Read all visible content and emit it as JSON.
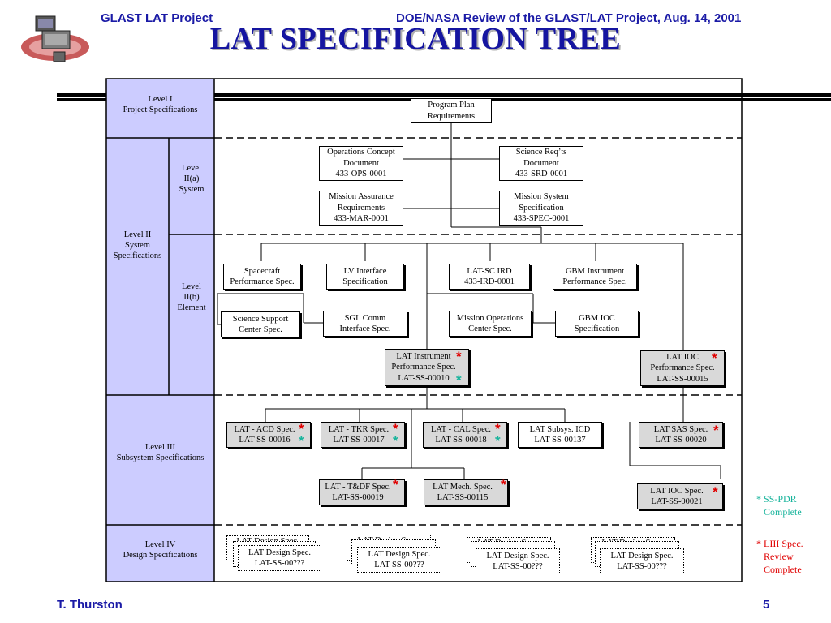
{
  "header": {
    "left": "GLAST LAT Project",
    "right": "DOE/NASA Review of the GLAST/LAT Project, Aug. 14, 2001",
    "title": "LAT SPECIFICATION TREE"
  },
  "levels": {
    "l1": "Level I\nProject Specifications",
    "l2": "Level II\nSystem\nSpecifications",
    "l2a": "Level\nII(a)\nSystem",
    "l2b": "Level\nII(b)\nElement",
    "l3": "Level III\nSubsystem Specifications",
    "l4": "Level IV\nDesign Specifications"
  },
  "boxes": {
    "program_plan": "Program Plan\nRequirements",
    "ops_concept": "Operations Concept\nDocument\n433-OPS-0001",
    "science_reqs": "Science Req’ts\nDocument\n433-SRD-0001",
    "mission_assurance": "Mission Assurance\nRequirements\n433-MAR-0001",
    "mission_system": "Mission System\nSpecification\n433-SPEC-0001",
    "spacecraft_perf": "Spacecraft\nPerformance Spec.",
    "lv_interface": "LV Interface\nSpecification",
    "lat_sc_ird": "LAT-SC IRD\n433-IRD-0001",
    "gbm_instrument": "GBM Instrument\nPerformance Spec.",
    "science_support": "Science Support\nCenter Spec.",
    "sgl_comm": "SGL Comm\nInterface Spec.",
    "mission_ops": "Mission Operations\nCenter Spec.",
    "gbm_ioc": "GBM IOC\nSpecification",
    "lat_instrument": "LAT Instrument\nPerformance Spec.\nLAT-SS-00010",
    "lat_ioc": "LAT IOC\nPerformance Spec.\nLAT-SS-00015",
    "lat_acd": "LAT - ACD Spec.\nLAT-SS-00016",
    "lat_tkr": "LAT - TKR Spec.\nLAT-SS-00017",
    "lat_cal": "LAT - CAL Spec.\nLAT-SS-00018",
    "lat_subsys_icd": "LAT Subsys. ICD\nLAT-SS-00137",
    "lat_sas": "LAT SAS Spec.\nLAT-SS-00020",
    "lat_tdf": "LAT - T&DF Spec.\nLAT-SS-00019",
    "lat_mech": "LAT Mech. Spec.\nLAT-SS-00115",
    "lat_ioc_spec": "LAT IOC Spec.\nLAT-SS-00021",
    "design_back": "LAT Design Spec.",
    "design_front": "LAT Design Spec.\nLAT-SS-00???"
  },
  "star": "*",
  "legend": {
    "pdr": "* SS-PDR\n   Complete",
    "liii": "* LIII Spec.\n   Review\n   Complete"
  },
  "colors": {
    "header_blue": "#1a1aa6",
    "level_fill": "#ccccff",
    "gray_box": "#d9d9d9",
    "star_red": "#e00000",
    "star_teal": "#18b49c"
  },
  "footer": {
    "author": "T. Thurston",
    "page": "5"
  }
}
